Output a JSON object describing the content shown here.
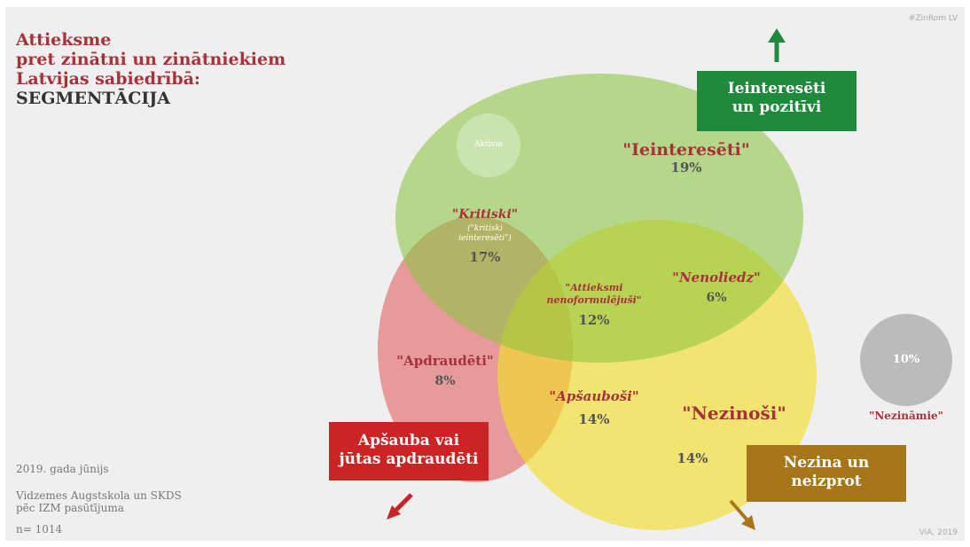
{
  "title": {
    "line1": "Attieksme",
    "line2": "pret zinātni un zinātniekiem",
    "line3": "Latvijas sabiedrībā:",
    "line4": "SEGMENTĀCIJA"
  },
  "source": {
    "date": "2019. gada jūnijs",
    "org_line1": "Vidzemes Augstskola un SKDS",
    "org_line2": "pēc IZM pasūtījuma",
    "n": "n= 1014"
  },
  "corner_top": "#ZinRom LV",
  "corner_bottom": "ViA, 2019",
  "segments": {
    "aktivie": "Aktīvie",
    "ieinteresetie": {
      "name": "\"Ieinteresēti\"",
      "pct": "19%"
    },
    "kritiski": {
      "name": "\"Kritiski\"",
      "sub1": "(\"kritiski",
      "sub2": "ieinteresēti\")",
      "pct": "17%"
    },
    "nenoformulejusi": {
      "name1": "\"Attieksmi",
      "name2": "nenoformulējuši\"",
      "pct": "12%"
    },
    "nenoliedz": {
      "name": "\"Nenoliedz\"",
      "pct": "6%"
    },
    "apdraudeti": {
      "name": "\"Apdraudēti\"",
      "pct": "8%"
    },
    "apsaubosi": {
      "name": "\"Apšauboši\"",
      "pct": "14%"
    },
    "nezinosi": {
      "name": "\"Nezinoši\"",
      "pct": "14%"
    },
    "nezinamie": {
      "name": "\"Nezināmie\"",
      "pct": "10%"
    }
  },
  "boxes": {
    "green": {
      "line1": "Ieinteresēti",
      "line2": "un pozitīvi",
      "color": "#1f8a3c"
    },
    "red": {
      "line1": "Apšauba vai",
      "line2": "jūtas apdraudēti",
      "color": "#cc2424"
    },
    "brown": {
      "line1": "Nezina un",
      "line2": "neizprot",
      "color": "#a5761a"
    }
  },
  "colors": {
    "green_circle": "#8cc63f",
    "red_circle": "#e06666",
    "yellow_circle": "#f2dd2b",
    "grey_circle": "#aaaaaa",
    "segment_text": "#a8323a"
  }
}
